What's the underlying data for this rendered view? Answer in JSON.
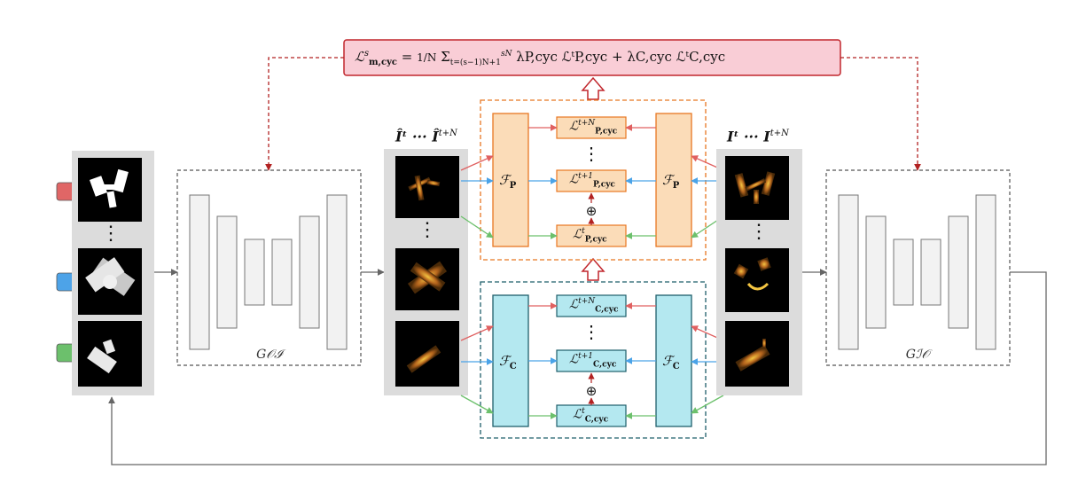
{
  "loss_equation": "ℒˢm,cyc = (1/N) Σ_{t=(s−1)N+1}^{sN} λP,cyc ℒᵗP,cyc + λC,cyc ℒᵗC,cyc",
  "loss_equation_parts": {
    "lhs": "ℒ",
    "lhs_sup": "s",
    "lhs_sub": "m,cyc",
    "eq": "=",
    "frac": "1/N",
    "sum": "Σ",
    "sum_top": "sN",
    "sum_bottom": "t=(s−1)N+1",
    "term1": "λP,cyc ℒᵗP,cyc",
    "plus": "+",
    "term2": "λC,cyc ℒᵗC,cyc"
  },
  "generators": {
    "left_caption": "G𝒪ℐ",
    "right_caption": "Gℐ𝒪"
  },
  "image_sets": {
    "predicted_label": "Î^t ··· Î^{t+N}",
    "predicted_main": "Îᵗ ··· Î",
    "predicted_sup": "t+N",
    "real_main": "Iᵗ ··· I",
    "real_sup": "t+N"
  },
  "modules": {
    "FP": "ℱ",
    "FP_sub": "P",
    "FC": "ℱ",
    "FC_sub": "C"
  },
  "p_losses": [
    {
      "main": "ℒ",
      "sup": "t+N",
      "sub": "P,cyc"
    },
    {
      "main": "ℒ",
      "sup": "t+1",
      "sub": "P,cyc"
    },
    {
      "main": "ℒ",
      "sup": "t",
      "sub": "P,cyc"
    }
  ],
  "c_losses": [
    {
      "main": "ℒ",
      "sup": "t+N",
      "sub": "C,cyc"
    },
    {
      "main": "ℒ",
      "sup": "t+1",
      "sub": "C,cyc"
    },
    {
      "main": "ℒ",
      "sup": "t",
      "sub": "C,cyc"
    }
  ],
  "ellipsis": "⋮",
  "oplus": "⊕",
  "colors": {
    "red_box_fill": "#f9cdd6",
    "red_box_stroke": "#c1272d",
    "p_fill": "#fbdcb8",
    "p_stroke": "#e87722",
    "c_fill": "#b4e8f0",
    "c_stroke": "#1f5f6b",
    "dash_red": "#b22222",
    "arrow_red": "#e06060",
    "arrow_blue": "#4aa3e8",
    "arrow_green": "#6cc06c",
    "sq_red": "#e06666",
    "sq_blue": "#4da3e8",
    "sq_green": "#6cc06c",
    "panel_gray": "#dcdcdc"
  }
}
